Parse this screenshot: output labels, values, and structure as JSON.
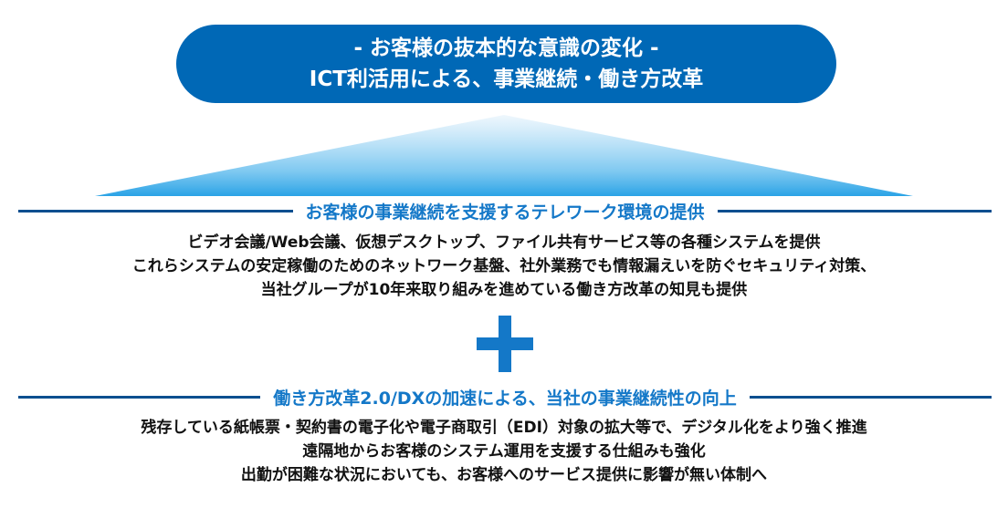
{
  "banner": {
    "line1": "- お客様の抜本的な意識の変化 -",
    "line2": "ICT利活用による、事業継続・働き方改革"
  },
  "section1": {
    "title": "お客様の事業継続を支援するテレワーク環境の提供",
    "lines": [
      "ビデオ会議/Web会議、仮想デスクトップ、ファイル共有サービス等の各種システムを提供",
      "これらシステムの安定稼働のためのネットワーク基盤、社外業務でも情報漏えいを防ぐセキュリティ対策、",
      "当社グループが10年来取り組みを進めている働き方改革の知見も提供"
    ]
  },
  "section2": {
    "title": "働き方改革2.0/DXの加速による、当社の事業継続性の向上",
    "lines": [
      "残存している紙帳票・契約書の電子化や電子商取引（EDI）対象の拡大等で、デジタル化をより強く推進",
      "遠隔地からお客様のシステム運用を支援する仕組みも強化",
      "出勤が困難な状況においても、お客様へのサービス提供に影響が無い体制へ"
    ]
  },
  "colors": {
    "banner_bg": "#0068b6",
    "accent": "#1478c8",
    "rule": "#0a4f8f"
  },
  "icons": {
    "plus": "plus-icon"
  }
}
